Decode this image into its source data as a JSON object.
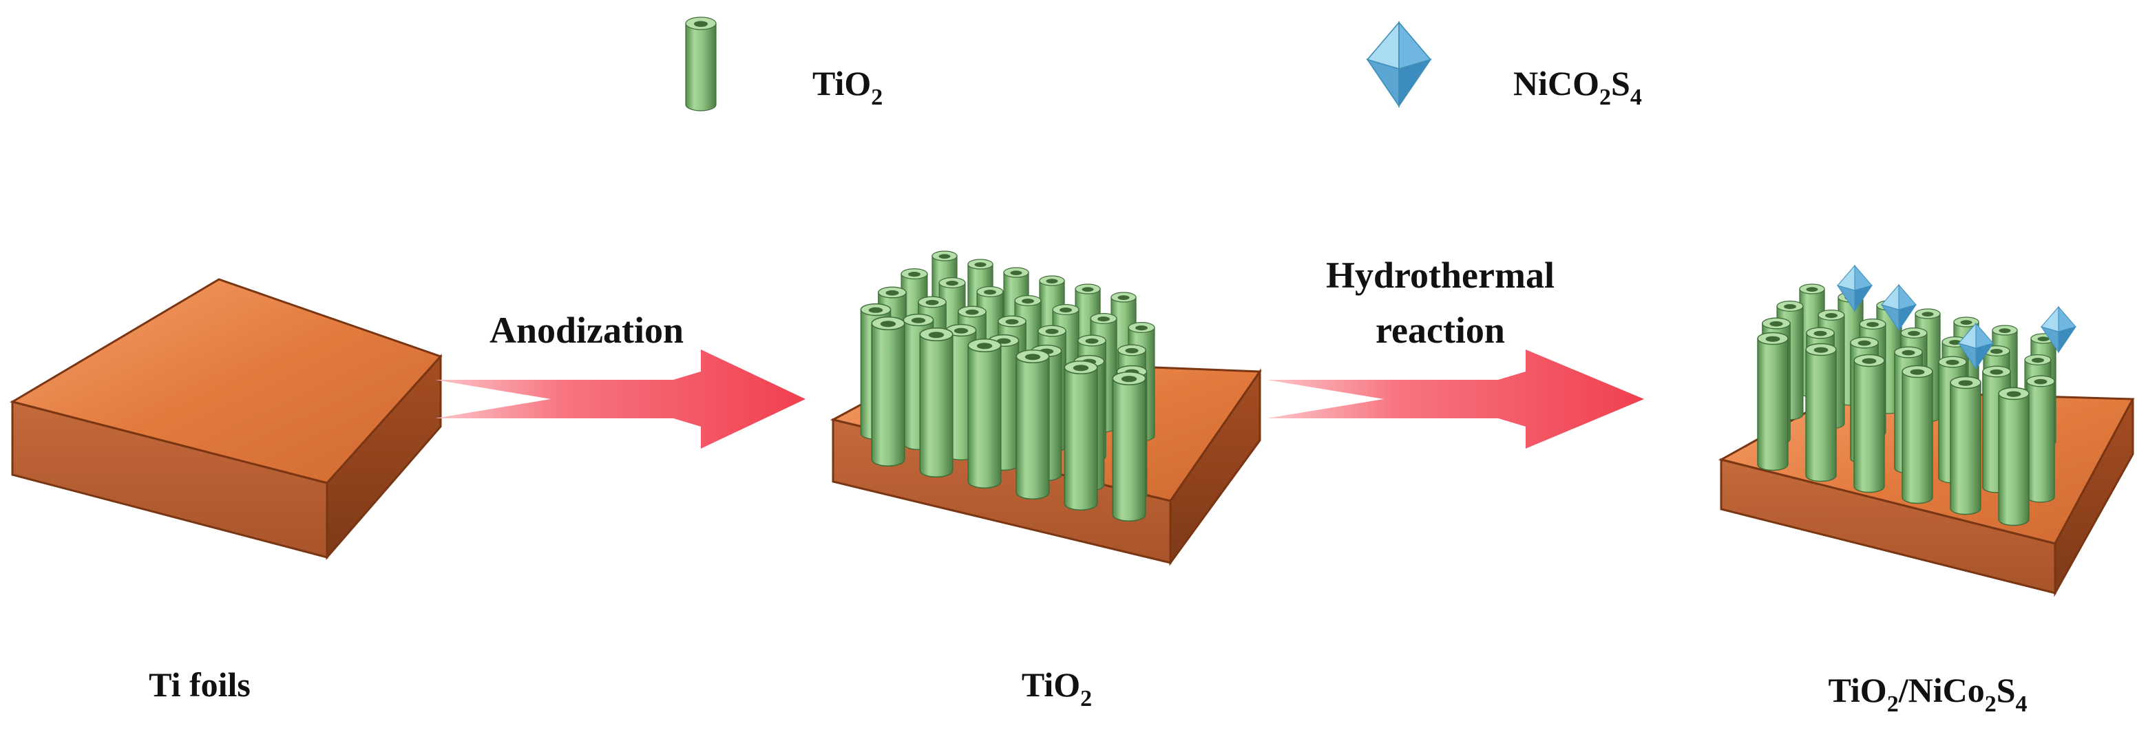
{
  "legend": {
    "tio2": {
      "main": "TiO",
      "sub": "2"
    },
    "nico2s4": {
      "main1": "NiCO",
      "sub1": "2",
      "main2": "S",
      "sub2": "4"
    }
  },
  "steps": {
    "anodization": "Anodization",
    "hydrothermal_line1": "Hydrothermal",
    "hydrothermal_line2": "reaction"
  },
  "captions": {
    "ti_foils": "Ti foils",
    "tio2": {
      "main": "TiO",
      "sub": "2"
    },
    "composite": {
      "a": "TiO",
      "a_sub": "2",
      "b": "/NiCo",
      "b_sub": "2",
      "c": "S",
      "c_sub": "4"
    }
  },
  "colors": {
    "copper_top": "#e27a3e",
    "copper_side": "#b85a2c",
    "tube_green": "#9ccf8e",
    "crystal_blue": "#7fc4e6",
    "arrow_red": "#f25563"
  }
}
